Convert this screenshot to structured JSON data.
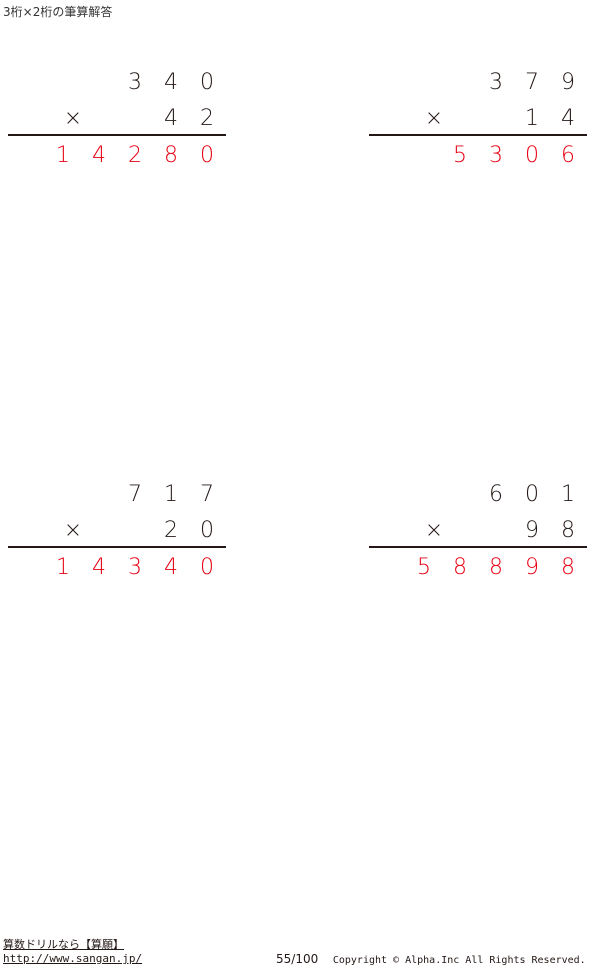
{
  "title": "3桁×2桁の筆算解答",
  "operator": "×",
  "colors": {
    "text": "#231815",
    "answer": "#e60012"
  },
  "problems": [
    {
      "multiplicand": [
        "3",
        "4",
        "0"
      ],
      "multiplier": [
        "4",
        "2"
      ],
      "answer": [
        "1",
        "4",
        "2",
        "8",
        "0"
      ]
    },
    {
      "multiplicand": [
        "3",
        "7",
        "9"
      ],
      "multiplier": [
        "1",
        "4"
      ],
      "answer": [
        "5",
        "3",
        "0",
        "6"
      ]
    },
    {
      "multiplicand": [
        "7",
        "1",
        "7"
      ],
      "multiplier": [
        "2",
        "0"
      ],
      "answer": [
        "1",
        "4",
        "3",
        "4",
        "0"
      ]
    },
    {
      "multiplicand": [
        "6",
        "0",
        "1"
      ],
      "multiplier": [
        "9",
        "8"
      ],
      "answer": [
        "5",
        "8",
        "8",
        "9",
        "8"
      ]
    }
  ],
  "footer": {
    "link_text": "算数ドリルなら【算願】",
    "link_url_text": "http://www.sangan.jp/",
    "page": "55/100",
    "copyright": "Copyright © Alpha.Inc All Rights Reserved."
  }
}
